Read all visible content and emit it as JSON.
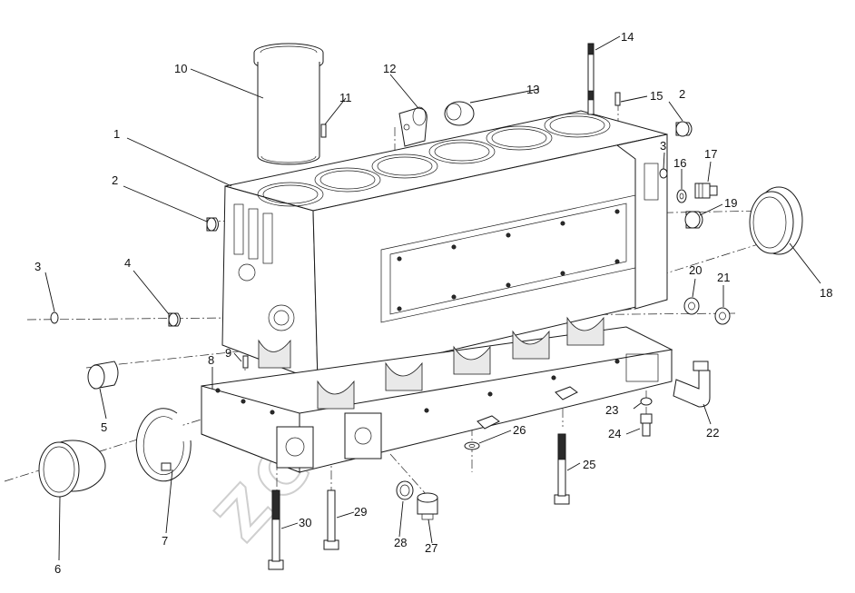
{
  "corner_mark": "",
  "watermark": "ZCWORLD",
  "part_labels": [
    "1",
    "2",
    "2",
    "3",
    "3",
    "4",
    "5",
    "6",
    "7",
    "8",
    "9",
    "10",
    "11",
    "12",
    "13",
    "14",
    "15",
    "16",
    "17",
    "18",
    "19",
    "20",
    "21",
    "22",
    "23",
    "24",
    "25",
    "26",
    "27",
    "28",
    "29",
    "30"
  ]
}
